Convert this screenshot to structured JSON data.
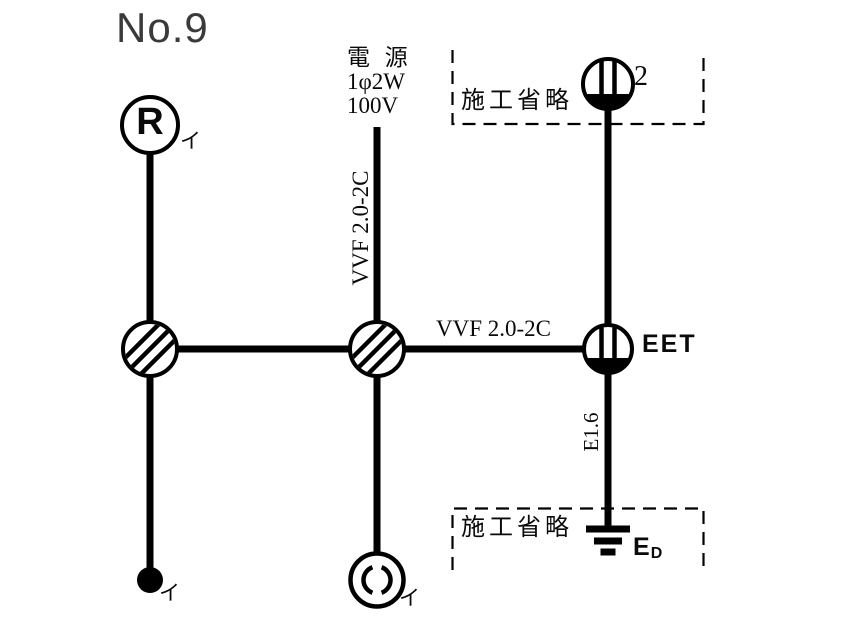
{
  "title": "No.9",
  "colors": {
    "ink": "#000000",
    "title_gray": "#3a3a3a",
    "background": "#ffffff"
  },
  "power_source": {
    "line1": "電 源",
    "line2": "1φ2W",
    "line3": "100V"
  },
  "cables": {
    "feed_vertical": "VVF 2.0-2C",
    "branch_horizontal": "VVF 2.0-2C",
    "earth_wire": "E1.6"
  },
  "omission": {
    "top": "施工省略",
    "bottom": "施工省略"
  },
  "devices": {
    "lamp_receptacle": {
      "letter": "R",
      "circuit": "イ"
    },
    "switch": {
      "circuit": "イ"
    },
    "ceiling_rosette": {
      "circuit": "イ"
    },
    "outlet_double": {
      "count": "2"
    },
    "outlet_eet": {
      "label": "EET"
    },
    "earth_electrode": {
      "label": "E",
      "subscript": "D"
    }
  }
}
